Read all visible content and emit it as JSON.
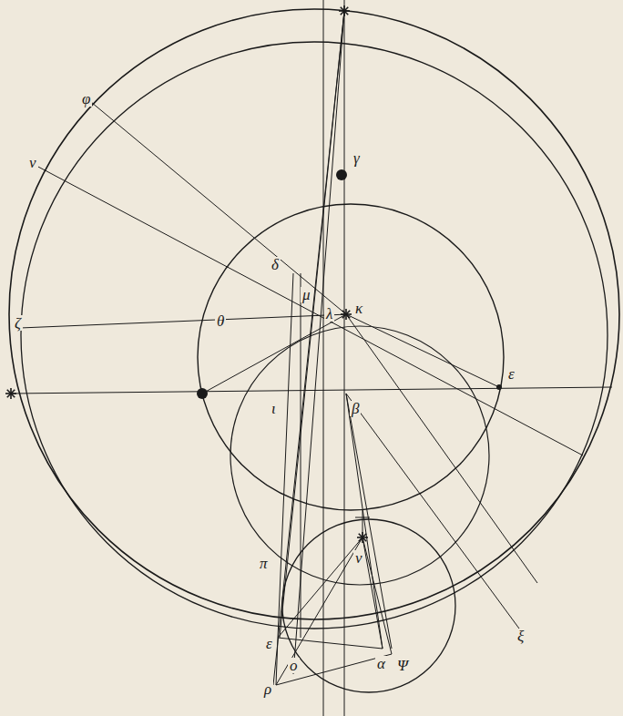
{
  "diagram": {
    "labels": [
      "φ",
      "ν",
      "γ",
      "δ",
      "μ",
      "κ",
      "λ",
      "θ",
      "ζ",
      "ι",
      "β",
      "ε",
      "π",
      "ν",
      "ξ",
      "ε",
      "ο",
      "ρ",
      "α",
      "Ψ"
    ]
  }
}
